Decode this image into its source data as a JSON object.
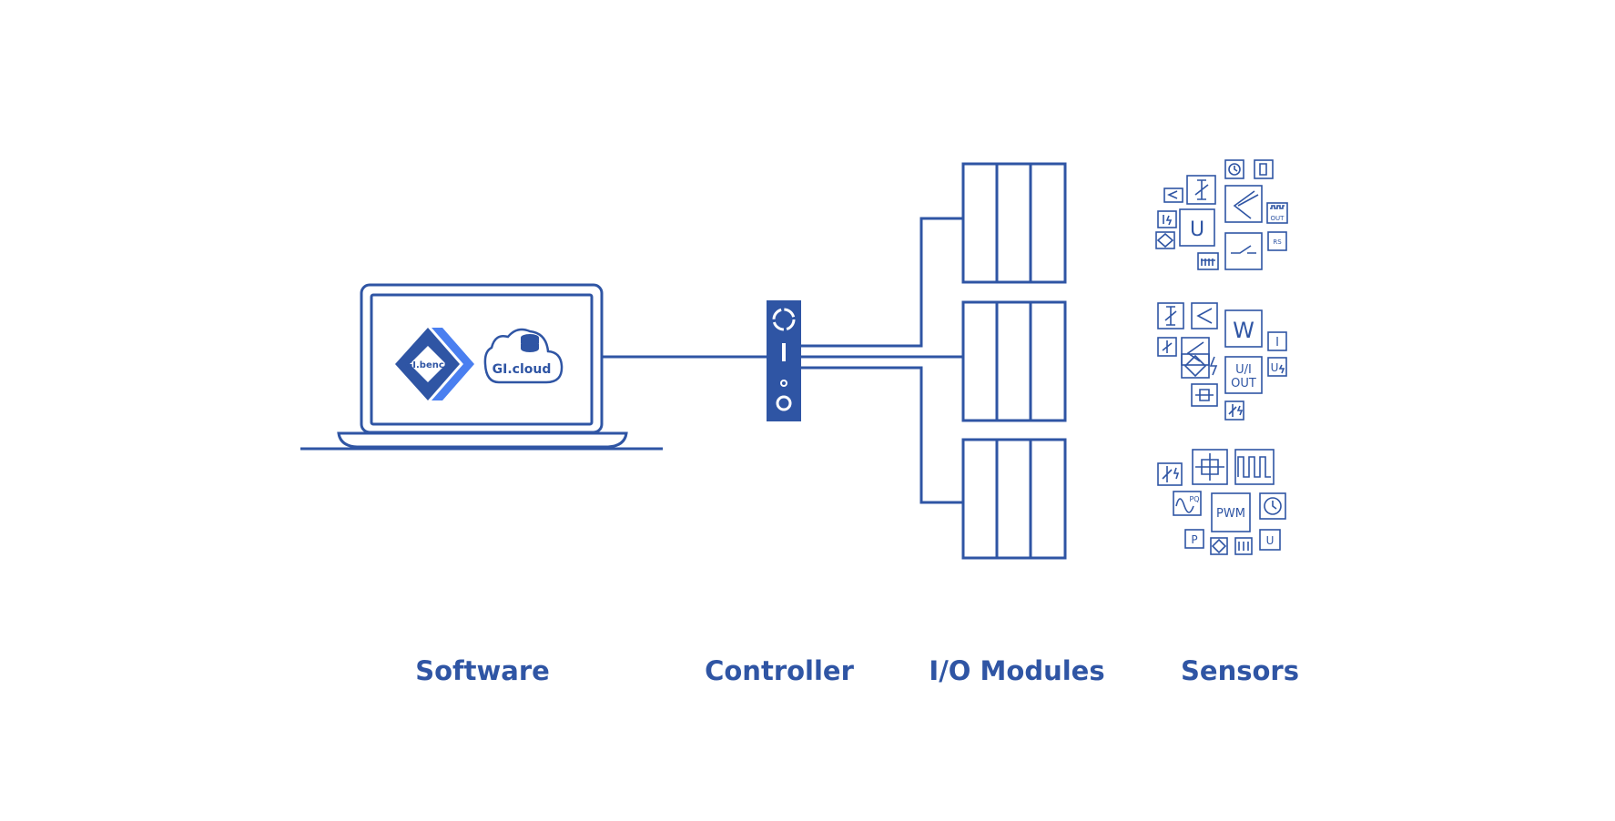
{
  "colors": {
    "primary": "#2f55a4",
    "accent": "#4a7ff0",
    "background": "#ffffff"
  },
  "software": {
    "bench_label": "GI.bench",
    "cloud_label": "GI.cloud"
  },
  "sensors": {
    "cluster1": {
      "u": "U",
      "out": "OUT",
      "rs": "RS"
    },
    "cluster2": {
      "w": "W",
      "i": "I",
      "u": "U",
      "uiout_line1": "U/I",
      "uiout_line2": "OUT"
    },
    "cluster3": {
      "pwm": "PWM",
      "p": "P",
      "u": "U",
      "pq": "PQ"
    }
  },
  "labels": {
    "software": "Software",
    "controller": "Controller",
    "io_modules": "I/O Modules",
    "sensors": "Sensors"
  }
}
